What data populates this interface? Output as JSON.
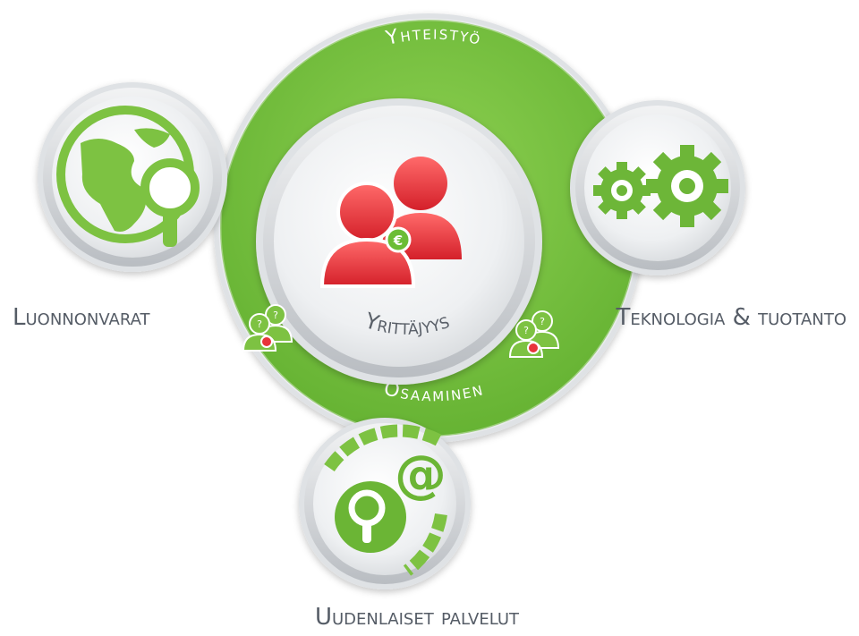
{
  "diagram": {
    "ring_top_label": "Yhteistyö",
    "ring_bottom_label": "Osaaminen",
    "center_label": "Yrittäjyys",
    "euro_symbol": "€",
    "satellites": {
      "left": {
        "label": "Luonnonvarat",
        "icon": "globe-magnifier-icon"
      },
      "right": {
        "label": "Teknologia & tuotanto",
        "icon": "gears-icon"
      },
      "bottom": {
        "label": "Uudenlaiset palvelut",
        "icon": "at-magnifier-icon",
        "at_symbol": "@"
      }
    },
    "ring_icons": [
      "question-people-icon",
      "question-people-icon"
    ],
    "center_icon": "people-euro-icon"
  },
  "colors": {
    "green": "#7dc242",
    "green_dark": "#5ea52a",
    "red": "#e8343a",
    "label_text": "#555c66"
  }
}
